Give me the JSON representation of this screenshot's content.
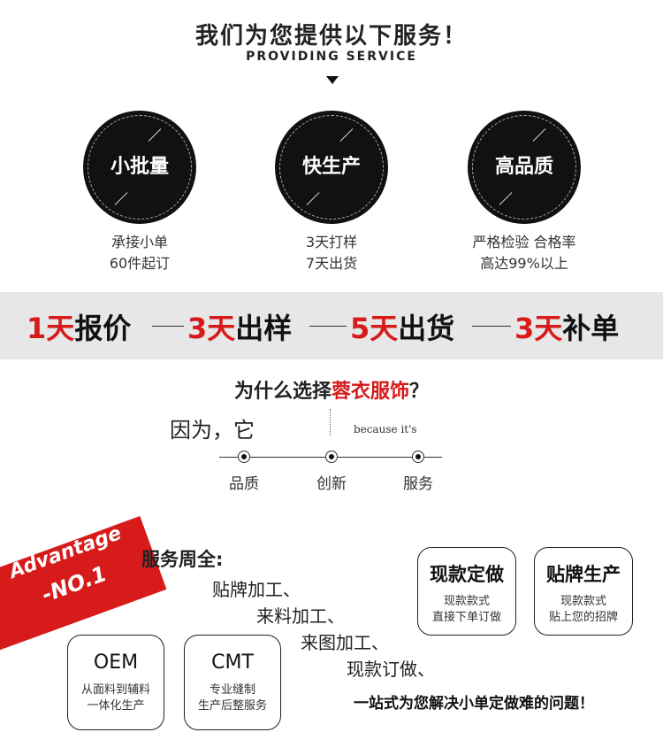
{
  "header": {
    "title": "我们为您提供以下服务！",
    "subtitle": "PROVIDING SERVICE"
  },
  "features": [
    {
      "label": "小批量",
      "desc1": "承接小单",
      "desc2": "60件起订"
    },
    {
      "label": "快生产",
      "desc1": "3天打样",
      "desc2": "7天出货"
    },
    {
      "label": "高品质",
      "desc1": "严格检验 合格率",
      "desc2": "高达99%以上"
    }
  ],
  "band": [
    {
      "num": "1天",
      "text": "报价"
    },
    {
      "num": "3天",
      "text": "出样"
    },
    {
      "num": "5天",
      "text": "出货"
    },
    {
      "num": "3天",
      "text": "补单"
    }
  ],
  "why": {
    "prefix": "为什么选择",
    "brand": "蓉衣服饰",
    "suffix": "？",
    "because_cn": "因为，它",
    "because_en": "because it's",
    "timeline": [
      "品质",
      "创新",
      "服务"
    ]
  },
  "advantage": {
    "line1": "Advantage",
    "line2": "-NO.1"
  },
  "services": {
    "title": "服务周全:",
    "items": [
      "贴牌加工、",
      "来料加工、",
      "来图加工、",
      "现款订做、"
    ],
    "slogan": "一站式为您解决小单定做难的问题！"
  },
  "boxes": [
    {
      "title": "现款定做",
      "line1": "现款款式",
      "line2": "直接下单订做"
    },
    {
      "title": "贴牌生产",
      "line1": "现款款式",
      "line2": "贴上您的招牌"
    },
    {
      "title": "OEM",
      "line1": "从面料到辅料",
      "line2": "一体化生产"
    },
    {
      "title": "CMT",
      "line1": "专业缝制",
      "line2": "生产后整服务"
    }
  ]
}
